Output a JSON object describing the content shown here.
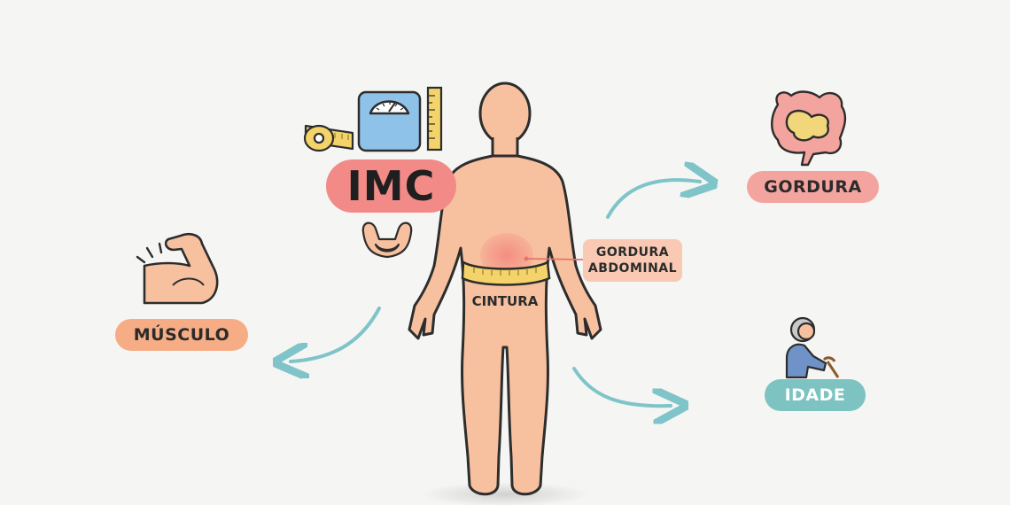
{
  "labels": {
    "imc": "IMC",
    "gordura": "GORDURA",
    "gordura_abdominal_line1": "GORDURA",
    "gordura_abdominal_line2": "ABDOMINAL",
    "cintura": "CINTURA",
    "musculo": "MÚSCULO",
    "idade": "IDADE"
  },
  "colors": {
    "background": "#f5f5f3",
    "skin": "#f7c19f",
    "outline": "#2d2d2d",
    "imc_pill": "#f28b88",
    "gordura_pill": "#f4a49f",
    "musculo_pill": "#f6ad86",
    "idade_pill": "#7cc3c2",
    "abdominal_pill": "#f9c9b3",
    "arrow": "#7ec4c8",
    "tape": "#f3d36a",
    "scale": "#8fc2e8"
  },
  "icons": {
    "tape_measure": "tape-measure-icon",
    "scale": "bathroom-scale-icon",
    "ruler": "ruler-icon",
    "small_muscle": "flexed-muscle-icon",
    "arm": "flexed-arm-icon",
    "intestine": "intestine-icon",
    "elderly": "elderly-person-icon"
  }
}
